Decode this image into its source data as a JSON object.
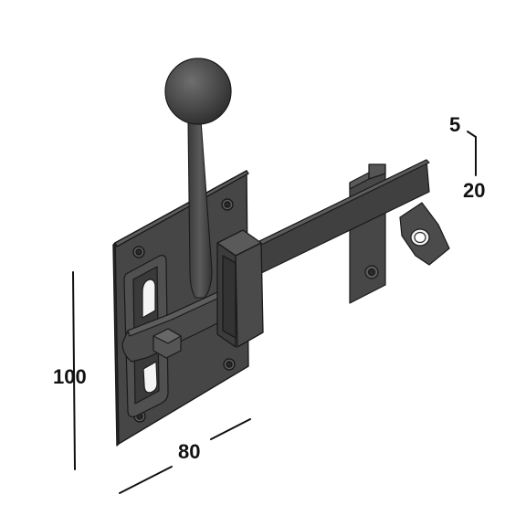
{
  "dimensions": {
    "height": {
      "label": "100"
    },
    "width": {
      "label": "80"
    },
    "thickness_a": {
      "label": "5"
    },
    "thickness_b": {
      "label": "20"
    }
  },
  "colors": {
    "background": "#ffffff",
    "metal_dark": "#3b3b3b",
    "metal_mid": "#4a4a4a",
    "metal_light": "#5a5a5a",
    "edge": "#1a1a1a",
    "dimension_line": "#111111"
  }
}
